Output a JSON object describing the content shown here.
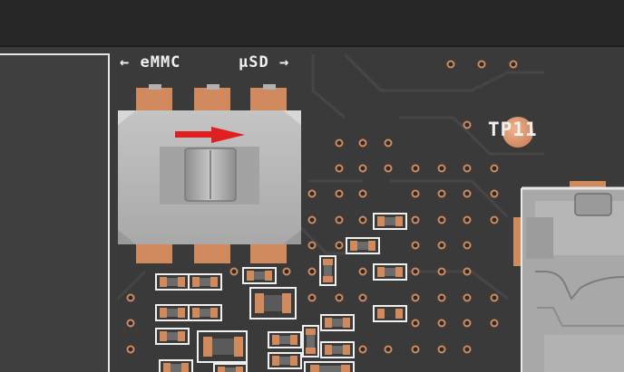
{
  "silkscreen": {
    "emmc_label": "← eMMC",
    "usd_label": "µSD →",
    "testpoint_label": "TP11"
  },
  "colors": {
    "background": "#272727",
    "board": "#3a3a3a",
    "copper": "#d08a5e",
    "silkscreen": "#f0f0f0",
    "switch_body": "#b5b5b5",
    "arrow": "#e02020"
  },
  "icons": {
    "switch_direction": "red-arrow-right-icon"
  }
}
